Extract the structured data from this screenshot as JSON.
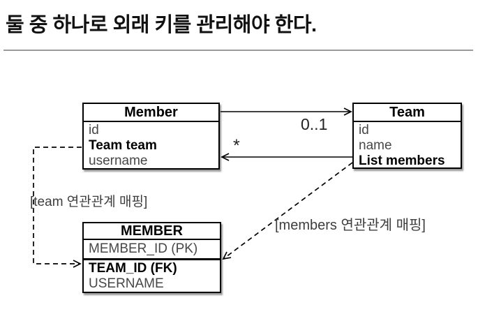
{
  "title": "둘 중 하나로 외래 키를 관리해야 한다.",
  "diagram": {
    "member_class": {
      "title": "Member",
      "fields": [
        {
          "text": "id"
        },
        {
          "text": "Team team"
        },
        {
          "text": "username"
        }
      ]
    },
    "team_class": {
      "title": "Team",
      "fields": [
        {
          "text": "id"
        },
        {
          "text": "name"
        },
        {
          "text": "List members"
        }
      ]
    },
    "member_table": {
      "title": "MEMBER",
      "pk_field": "MEMBER_ID (PK)",
      "fields": [
        {
          "text": "TEAM_ID (FK)"
        },
        {
          "text": "USERNAME"
        }
      ]
    },
    "relations": {
      "to_team_multiplicity": "0..1",
      "to_member_multiplicity": "*",
      "team_mapping_label": "[team 연관관계 매핑]",
      "members_mapping_label": "[members 연관관계 매핑]"
    }
  },
  "colors": {
    "line": "#000000",
    "rule": "#9b9b9b",
    "background": "#ffffff"
  }
}
